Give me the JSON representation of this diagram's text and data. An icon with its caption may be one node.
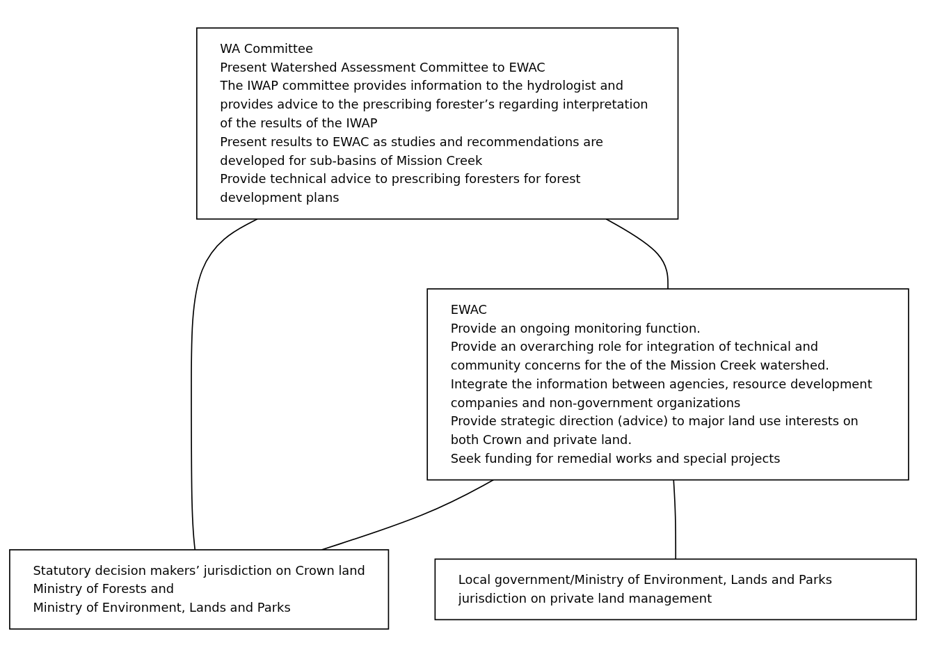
{
  "diagram": {
    "nodes": [
      {
        "text": [
          "WA Committee",
          "Present Watershed Assessment Committee to EWAC",
          "The IWAP committee provides information to the hydrologist and provides advice to the prescribing forester’s regarding interpretation of the results of the IWAP",
          "Present results to EWAC as studies and recommendations are developed for sub-basins of Mission Creek",
          "Provide technical advice to prescribing foresters for forest development plans"
        ]
      },
      {
        "text": [
          "EWAC",
          "Provide an ongoing monitoring function.",
          "Provide an overarching role for integration of technical and community concerns for the of the Mission Creek watershed.",
          "Integrate the information between agencies, resource development companies and non-government organizations",
          "Provide strategic direction (advice) to major land use interests on both Crown and private land.",
          "Seek funding for remedial works and special projects"
        ]
      },
      {
        "text": [
          "Statutory decision makers’ jurisdiction on Crown land",
          "Ministry of Forests and",
          "Ministry of Environment, Lands and Parks"
        ]
      },
      {
        "text": [
          "Local government/Ministry of Environment, Lands and Parks jurisdiction on private land management"
        ]
      }
    ],
    "edges": [
      {
        "from": 0,
        "to": 1,
        "arrow": "none"
      },
      {
        "from": 0,
        "to": 2,
        "arrow": "none"
      },
      {
        "from": 1,
        "to": 2,
        "arrow": "none"
      },
      {
        "from": 1,
        "to": 3,
        "arrow": "none"
      }
    ]
  }
}
